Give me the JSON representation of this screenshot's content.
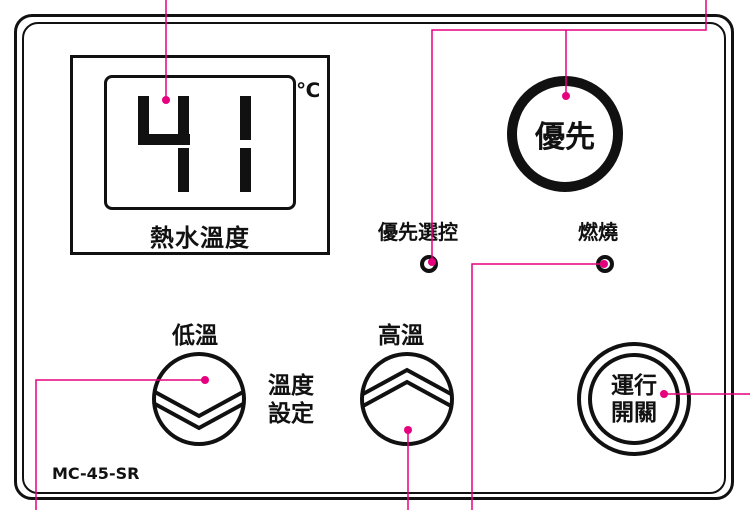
{
  "display": {
    "temperature": "41",
    "unit": "℃",
    "label": "熱水溫度"
  },
  "priority_button": {
    "label": "優先"
  },
  "indicators": {
    "priority_control": {
      "label": "優先選控"
    },
    "combustion": {
      "label": "燃燒"
    }
  },
  "temperature_controls": {
    "low_label": "低溫",
    "high_label": "高溫",
    "setting_label_line1": "溫度",
    "setting_label_line2": "設定"
  },
  "run_button": {
    "label_line1": "運行",
    "label_line2": "開關"
  },
  "model": "MC-45-SR",
  "colors": {
    "callout": "#e6007e",
    "ink": "#111111",
    "background": "#ffffff"
  }
}
